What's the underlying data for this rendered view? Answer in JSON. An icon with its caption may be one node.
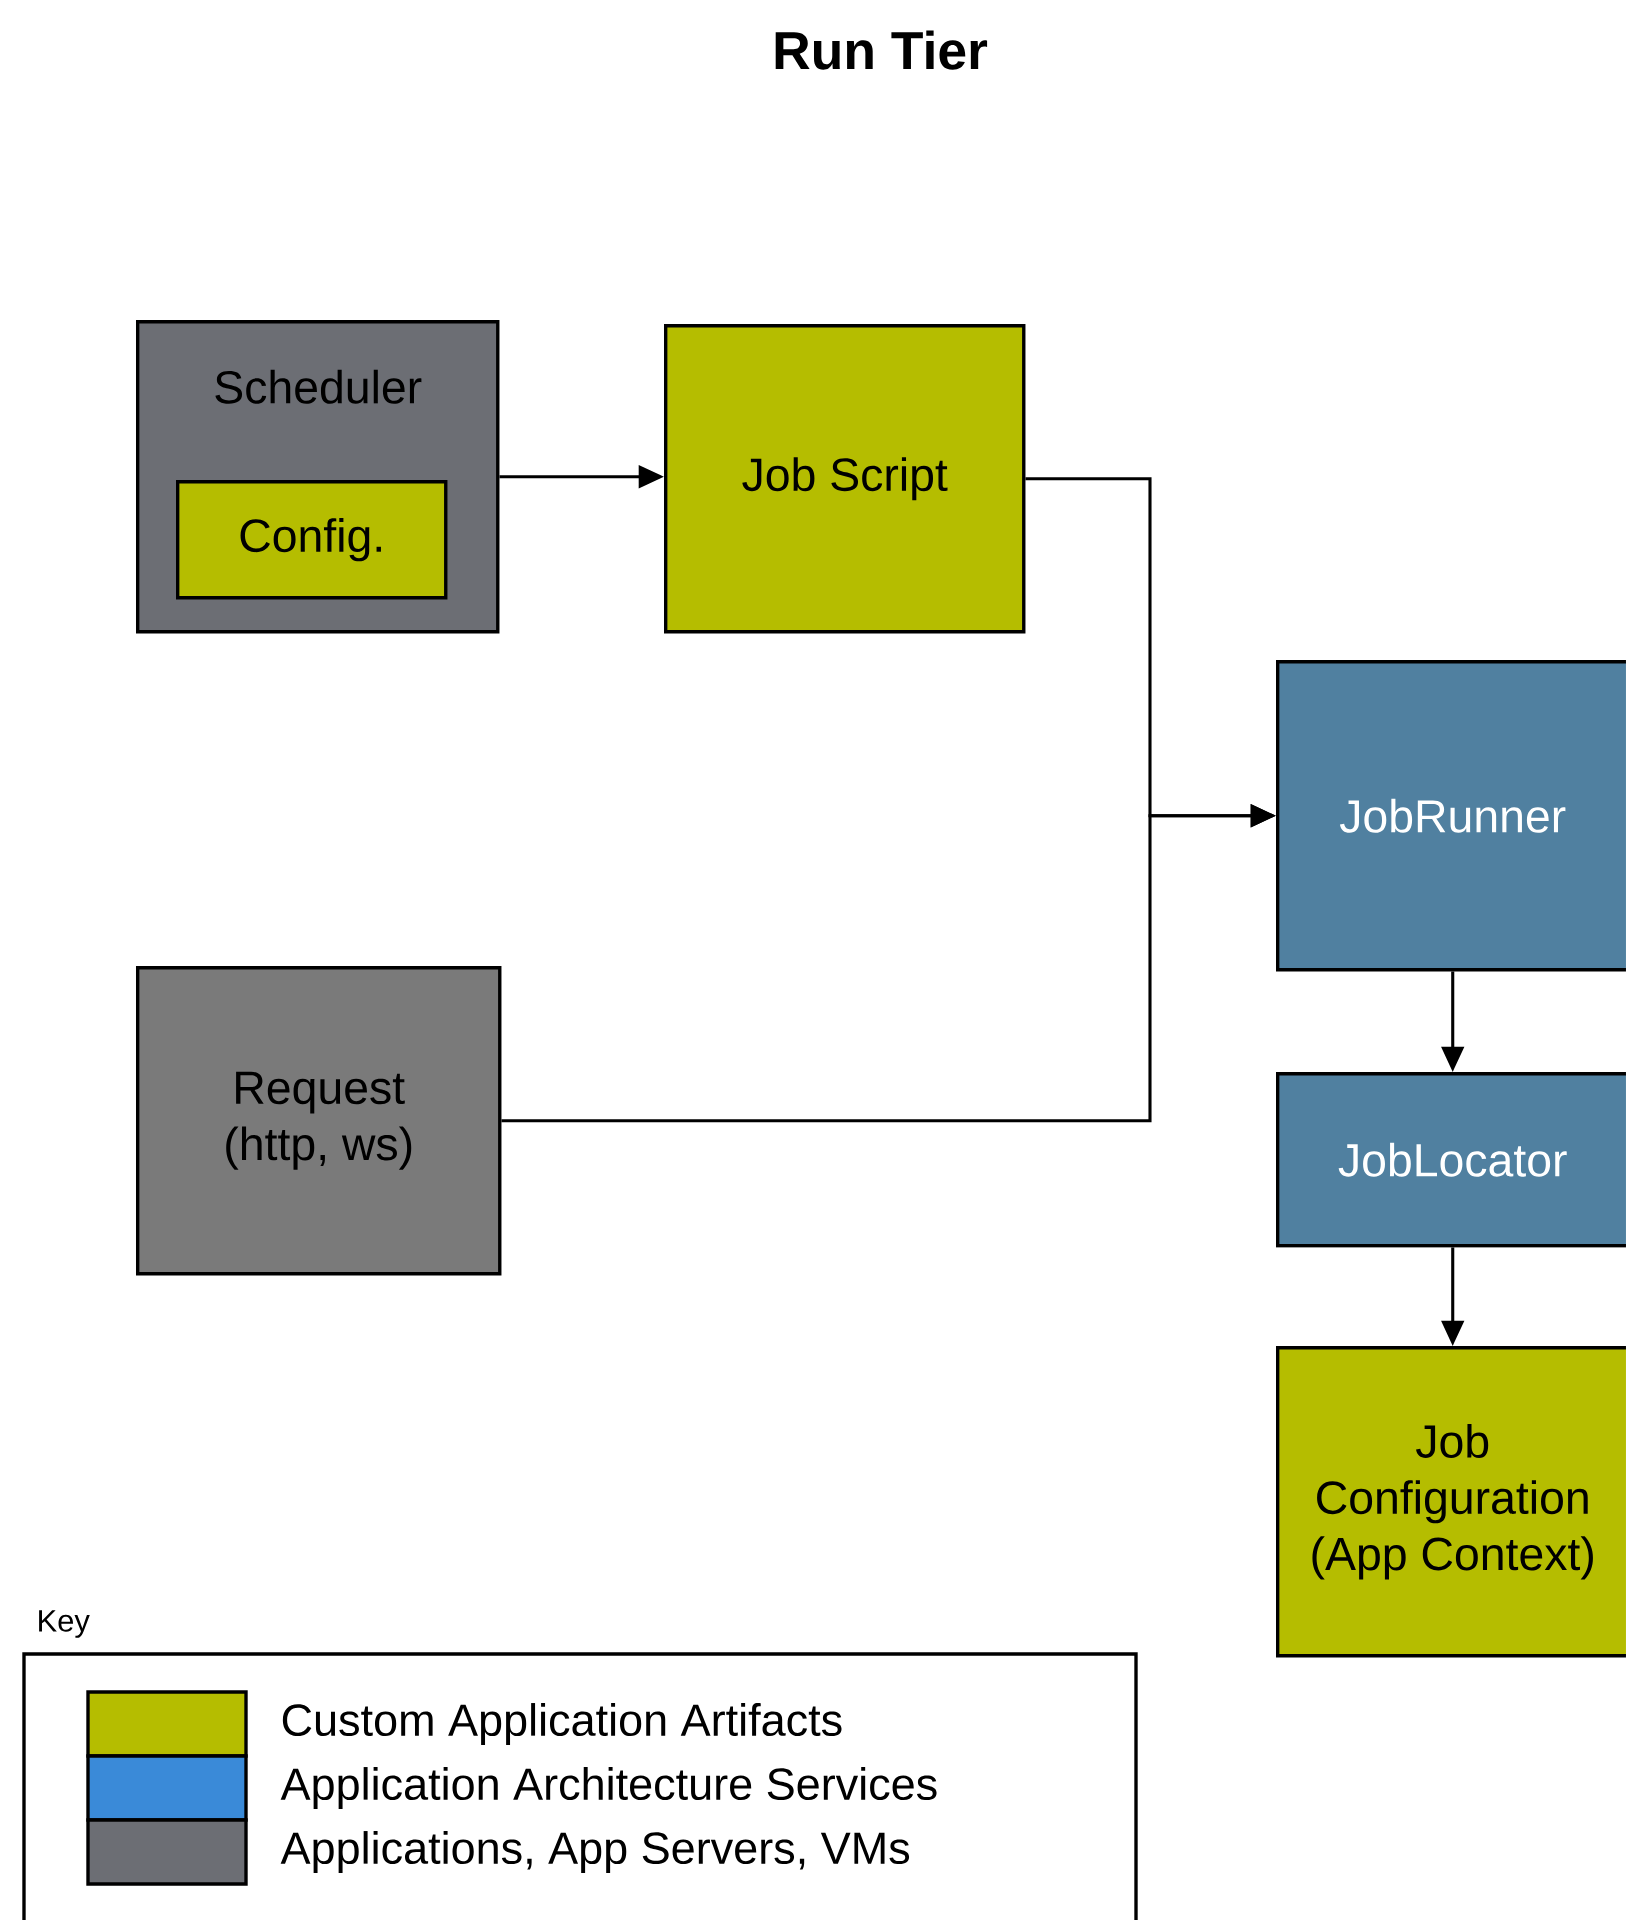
{
  "diagram": {
    "title": "Run Tier",
    "nodes": [
      {
        "text": [
          "Scheduler"
        ]
      },
      {
        "text": [
          "Config."
        ],
        "in": 0
      },
      {
        "text": [
          "Job Script"
        ]
      },
      {
        "text": [
          "Request (http, ws)"
        ]
      },
      {
        "text": [
          "JobRunner"
        ]
      },
      {
        "text": [
          "JobLocator"
        ]
      },
      {
        "text": [
          "Job Configuration (App Context)"
        ]
      }
    ],
    "edges": [
      {
        "from": 0,
        "to": 2,
        "arrow": "to"
      },
      {
        "from": 2,
        "to": 4,
        "arrow": "to"
      },
      {
        "from": 3,
        "to": 4,
        "arrow": "to"
      },
      {
        "from": 4,
        "to": 5,
        "arrow": "to"
      },
      {
        "from": 5,
        "to": 6,
        "arrow": "to"
      }
    ],
    "labels": [
      "Key"
    ],
    "legend": [
      {
        "text": "Custom Application Artifacts",
        "color": "#b5bd00"
      },
      {
        "text": "Application Architecture Services",
        "color": "#3a8ad8"
      },
      {
        "text": "Applications, App Servers, VMs",
        "color": "#6c6e74"
      }
    ]
  }
}
